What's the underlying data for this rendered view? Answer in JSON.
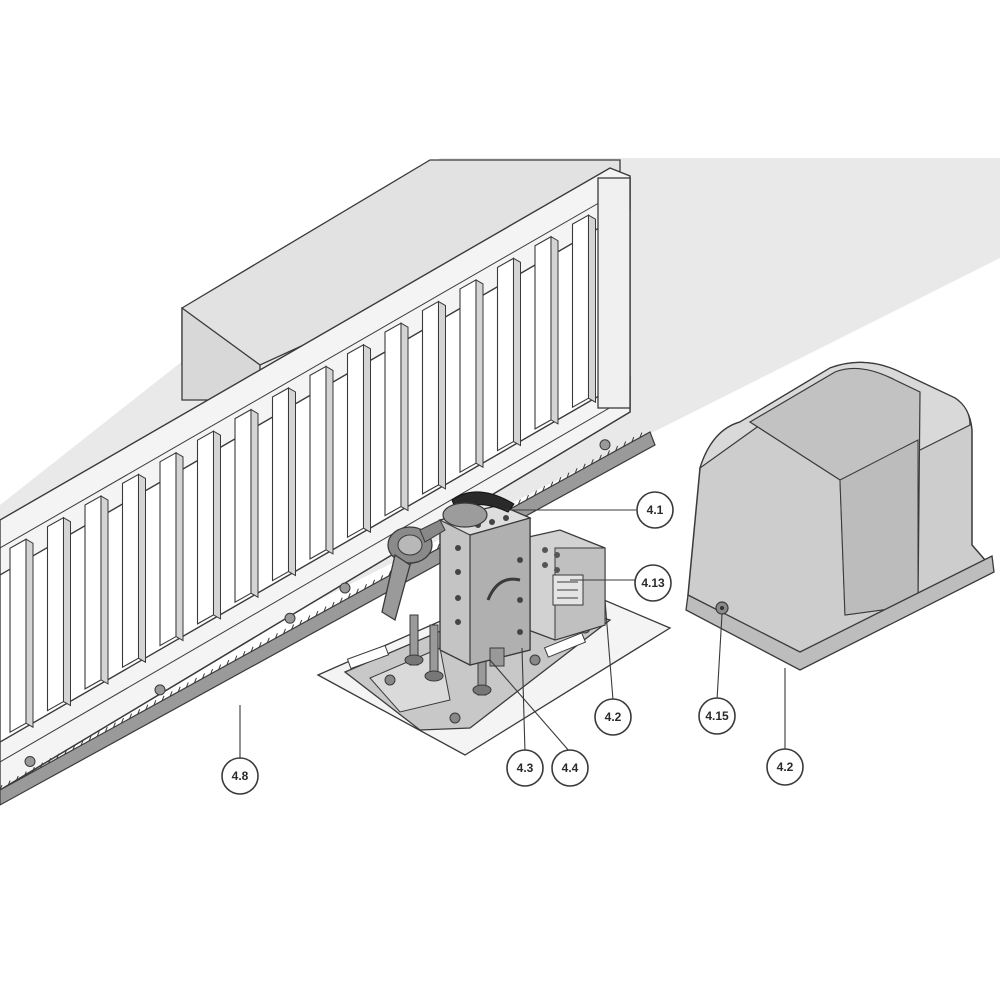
{
  "callouts": {
    "c41": "4.1",
    "c413": "4.13",
    "c42a": "4.2",
    "c42b": "4.2",
    "c43": "4.3",
    "c44": "4.4",
    "c48": "4.8",
    "c415": "4.15"
  },
  "colors": {
    "line": "#3a3a3a",
    "ground": "#e6e6e6",
    "cover": "#cdcdcd",
    "metal": "#b5b5b5",
    "white": "#ffffff"
  }
}
